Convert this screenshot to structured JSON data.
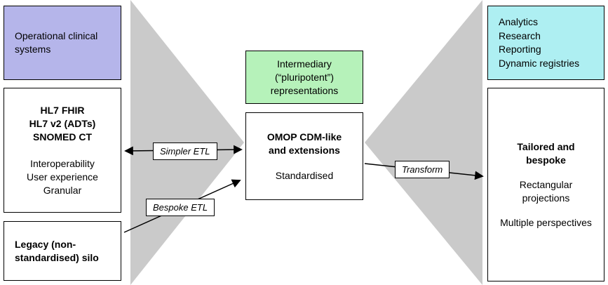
{
  "diagram": {
    "left_column": {
      "operational_box": "Operational clinical\nsystems",
      "standards_box_title": "HL7 FHIR\nHL7 v2 (ADTs)\nSNOMED CT",
      "standards_box_body": "Interoperability\nUser experience\nGranular",
      "legacy_box": "Legacy (non-\nstandardised) silo"
    },
    "center_column": {
      "intermediary_box": "Intermediary\n(“pluripotent”)\nrepresentations",
      "omop_box_title": "OMOP CDM-like\nand extensions",
      "omop_box_body": "Standardised"
    },
    "right_column": {
      "outcomes_box": "Analytics\nResearch\nReporting\nDynamic registries",
      "tailored_box_title": "Tailored and\nbespoke",
      "tailored_box_projections": "Rectangular\nprojections",
      "tailored_box_perspectives": "Multiple perspectives"
    },
    "arrow_labels": {
      "simpler_etl": "Simpler ETL",
      "bespoke_etl": "Bespoke ETL",
      "transform": "Transform"
    },
    "colors": {
      "operational_box_bg": "#b5b5ea",
      "intermediary_box_bg": "#b6f2ba",
      "outcomes_box_bg": "#aeeff2",
      "funnel_gray": "#cacaca",
      "box_border": "#000000"
    }
  }
}
